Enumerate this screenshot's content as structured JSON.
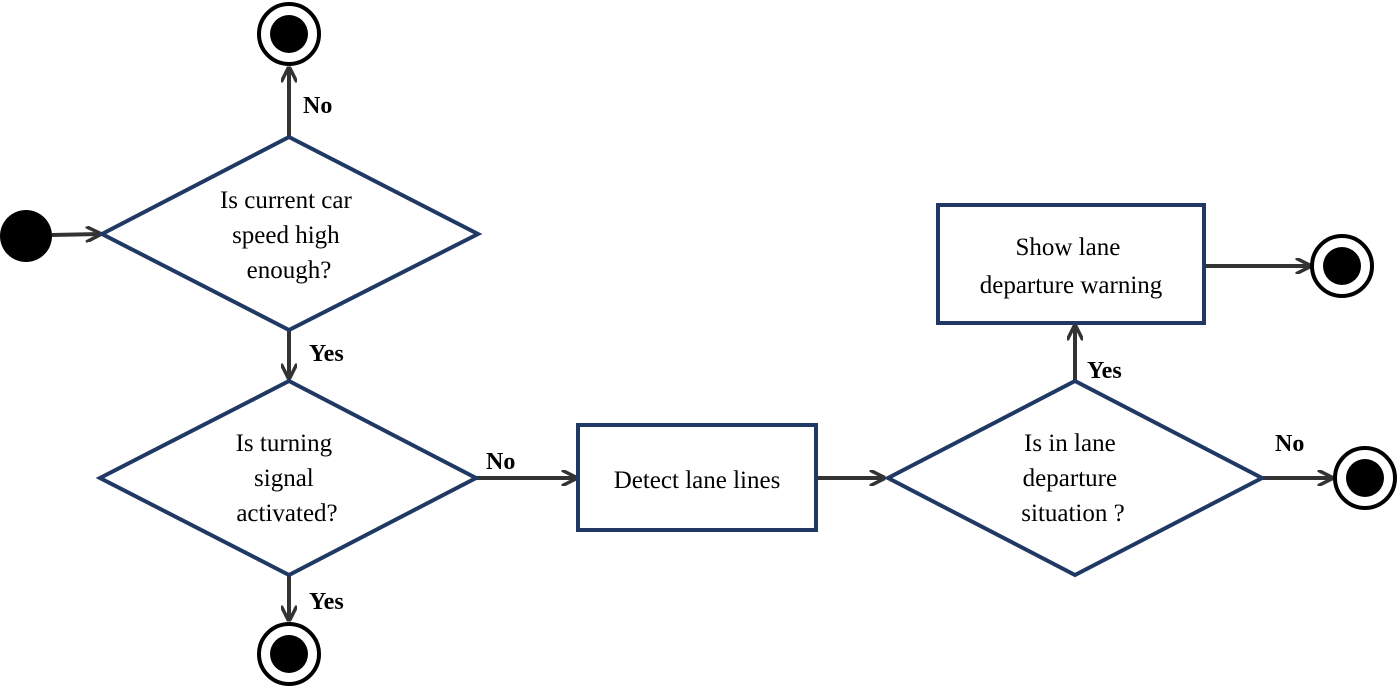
{
  "colors": {
    "shape_stroke": "#1f3864",
    "edge": "#333333",
    "terminal": "#000000",
    "background": "#ffffff"
  },
  "nodes": {
    "start": {
      "kind": "initial-node"
    },
    "speed_decision": {
      "kind": "decision",
      "lines": [
        "Is current car",
        "speed high",
        "enough?"
      ]
    },
    "signal_decision": {
      "kind": "decision",
      "lines": [
        "Is turning",
        "signal",
        "activated?"
      ]
    },
    "detect_action": {
      "kind": "action",
      "lines": [
        "Detect lane lines"
      ]
    },
    "departure_decision": {
      "kind": "decision",
      "lines": [
        "Is in lane",
        "departure",
        "situation ?"
      ]
    },
    "warning_action": {
      "kind": "action",
      "lines": [
        "Show lane",
        "departure warning"
      ]
    },
    "end_speed": {
      "kind": "final-node"
    },
    "end_signal": {
      "kind": "final-node"
    },
    "end_departure": {
      "kind": "final-node"
    },
    "end_warning": {
      "kind": "final-node"
    }
  },
  "edges": [
    {
      "from": "start",
      "to": "speed_decision",
      "label": ""
    },
    {
      "from": "speed_decision",
      "to": "end_speed",
      "label": "No"
    },
    {
      "from": "speed_decision",
      "to": "signal_decision",
      "label": "Yes"
    },
    {
      "from": "signal_decision",
      "to": "end_signal",
      "label": "Yes"
    },
    {
      "from": "signal_decision",
      "to": "detect_action",
      "label": "No"
    },
    {
      "from": "detect_action",
      "to": "departure_decision",
      "label": ""
    },
    {
      "from": "departure_decision",
      "to": "warning_action",
      "label": "Yes"
    },
    {
      "from": "departure_decision",
      "to": "end_departure",
      "label": "No"
    },
    {
      "from": "warning_action",
      "to": "end_warning",
      "label": ""
    }
  ]
}
